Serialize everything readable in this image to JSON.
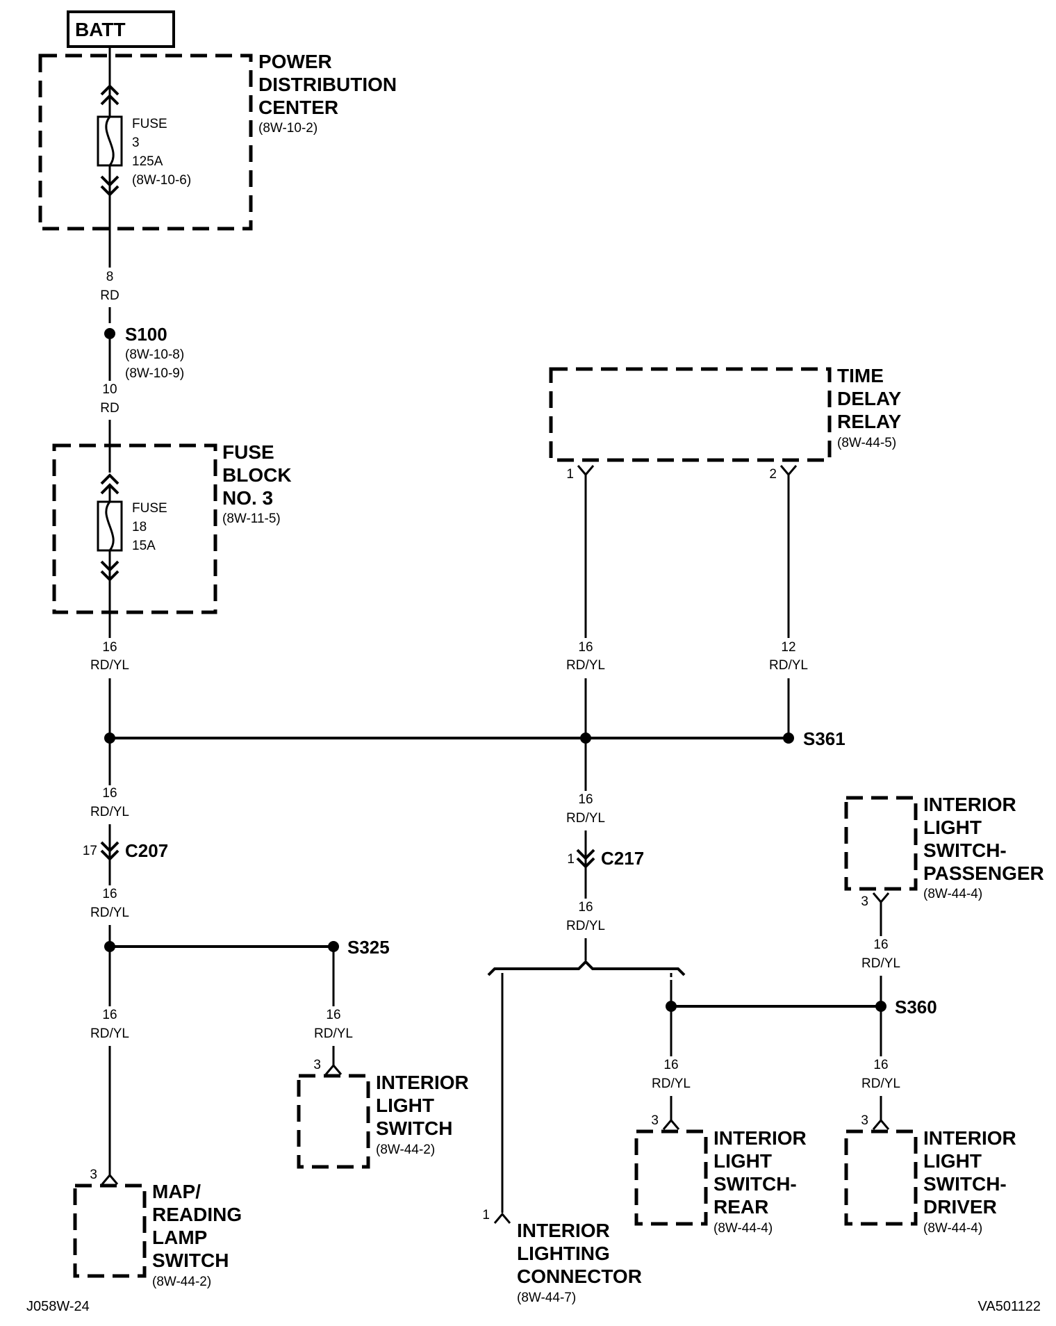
{
  "battery": {
    "label": "BATT"
  },
  "pdc": {
    "title_lines": [
      "POWER",
      "DISTRIBUTION",
      "CENTER"
    ],
    "ref": "(8W-10-2)",
    "fuse": {
      "name": "FUSE",
      "number": "3",
      "rating": "125A",
      "ref": "(8W-10-6)"
    }
  },
  "wire_pdc_out": {
    "gauge": "8",
    "color": "RD"
  },
  "s100": {
    "id": "S100",
    "refs": [
      "(8W-10-8)",
      "(8W-10-9)"
    ]
  },
  "wire_s100_out": {
    "gauge": "10",
    "color": "RD"
  },
  "fuse_block": {
    "title_lines": [
      "FUSE",
      "BLOCK",
      "NO. 3"
    ],
    "ref": "(8W-11-5)",
    "fuse": {
      "name": "FUSE",
      "number": "18",
      "rating": "15A"
    }
  },
  "time_delay_relay": {
    "title_lines": [
      "TIME",
      "DELAY",
      "RELAY"
    ],
    "ref": "(8W-44-5)",
    "pin1": "1",
    "pin2": "2"
  },
  "wires": {
    "fb_out": {
      "gauge": "16",
      "color": "RD/YL"
    },
    "relay_pin1": {
      "gauge": "16",
      "color": "RD/YL"
    },
    "relay_pin2": {
      "gauge": "12",
      "color": "RD/YL"
    },
    "to_c207": {
      "gauge": "16",
      "color": "RD/YL"
    },
    "c207_out": {
      "gauge": "16",
      "color": "RD/YL"
    },
    "to_map": {
      "gauge": "16",
      "color": "RD/YL"
    },
    "s325_down": {
      "gauge": "16",
      "color": "RD/YL"
    },
    "to_c217": {
      "gauge": "16",
      "color": "RD/YL"
    },
    "c217_out": {
      "gauge": "16",
      "color": "RD/YL"
    },
    "passenger_down": {
      "gauge": "16",
      "color": "RD/YL"
    },
    "rear_down": {
      "gauge": "16",
      "color": "RD/YL"
    },
    "driver_down": {
      "gauge": "16",
      "color": "RD/YL"
    }
  },
  "s361": {
    "id": "S361"
  },
  "c207": {
    "id": "C207",
    "pin": "17"
  },
  "c217": {
    "id": "C217",
    "pin": "1"
  },
  "s325": {
    "id": "S325"
  },
  "s360": {
    "id": "S360"
  },
  "map_switch": {
    "pin": "3",
    "title_lines": [
      "MAP/",
      "READING",
      "LAMP",
      "SWITCH"
    ],
    "ref": "(8W-44-2)"
  },
  "interior_switch": {
    "pin": "3",
    "title_lines": [
      "INTERIOR",
      "LIGHT",
      "SWITCH"
    ],
    "ref": "(8W-44-2)"
  },
  "lighting_connector": {
    "pin": "1",
    "title_lines": [
      "INTERIOR",
      "LIGHTING",
      "CONNECTOR"
    ],
    "ref": "(8W-44-7)"
  },
  "switch_passenger": {
    "pin": "3",
    "title_lines": [
      "INTERIOR",
      "LIGHT",
      "SWITCH-",
      "PASSENGER"
    ],
    "ref": "(8W-44-4)"
  },
  "switch_rear": {
    "pin": "3",
    "title_lines": [
      "INTERIOR",
      "LIGHT",
      "SWITCH-",
      "REAR"
    ],
    "ref": "(8W-44-4)"
  },
  "switch_driver": {
    "pin": "3",
    "title_lines": [
      "INTERIOR",
      "LIGHT",
      "SWITCH-",
      "DRIVER"
    ],
    "ref": "(8W-44-4)"
  },
  "footer": {
    "left": "J058W-24",
    "right": "VA501122"
  }
}
